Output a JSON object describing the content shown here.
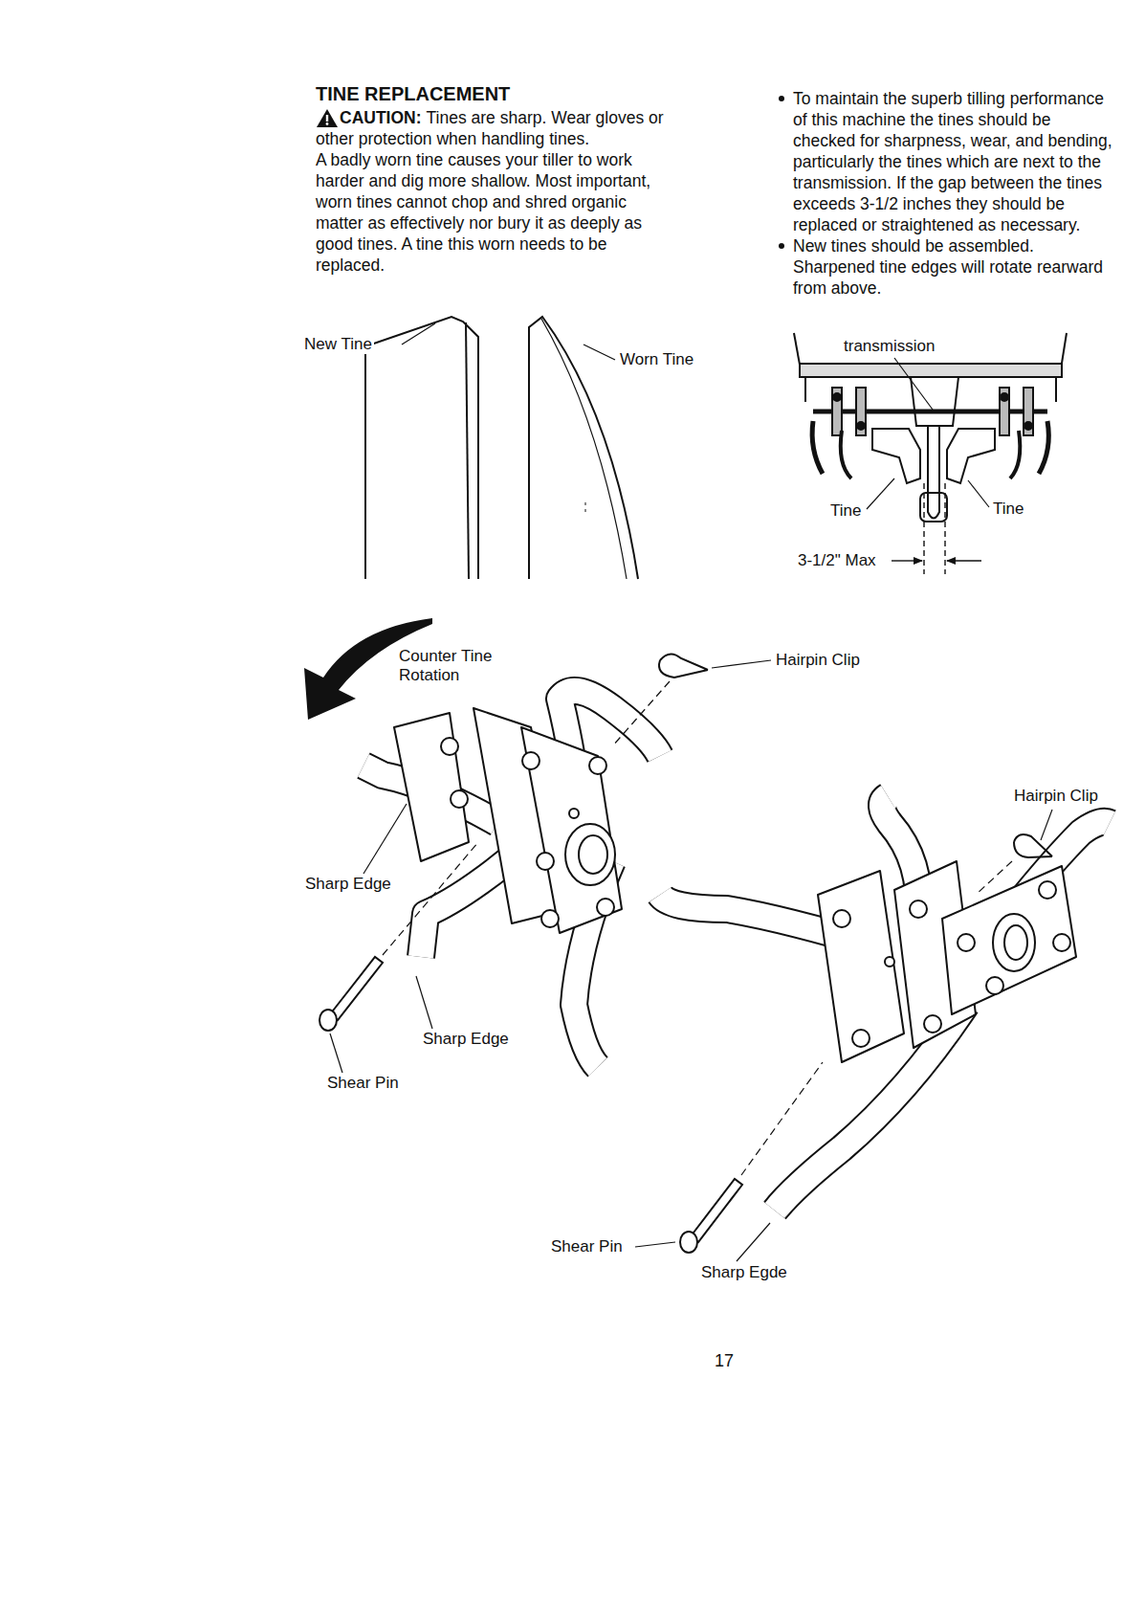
{
  "diagram": {
    "title": "TINE REPLACEMENT",
    "labels": [
      "CAUTION:",
      "Tines are sharp. Wear gloves or other protection when handling tines.",
      "A badly worn tine causes your tiller to work harder and dig more shallow. Most important, worn tines cannot chop and shred organic matter as effectively nor bury it as deeply as good tines. A tine this worn needs to be replaced.",
      "To maintain the superb tilling performance of this machine the tines should be checked for sharpness, wear, and bending, particularly the tines which are next to the transmission. If the gap between the tines exceeds 3-1/2 inches they should be replaced or straightened as necessary.",
      "New tines should be assembled. Sharpened tine edges will rotate rearward from above.",
      "New Tine",
      "Worn Tine",
      "transmission",
      "Tine",
      "Tine",
      "3-1/2\" Max",
      "Counter Tine Rotation",
      "Hairpin Clip",
      "Hairpin Clip",
      "Sharp Edge",
      "Sharp Edge",
      "Shear Pin",
      "Shear Pin",
      "Sharp Egde",
      "17"
    ]
  }
}
